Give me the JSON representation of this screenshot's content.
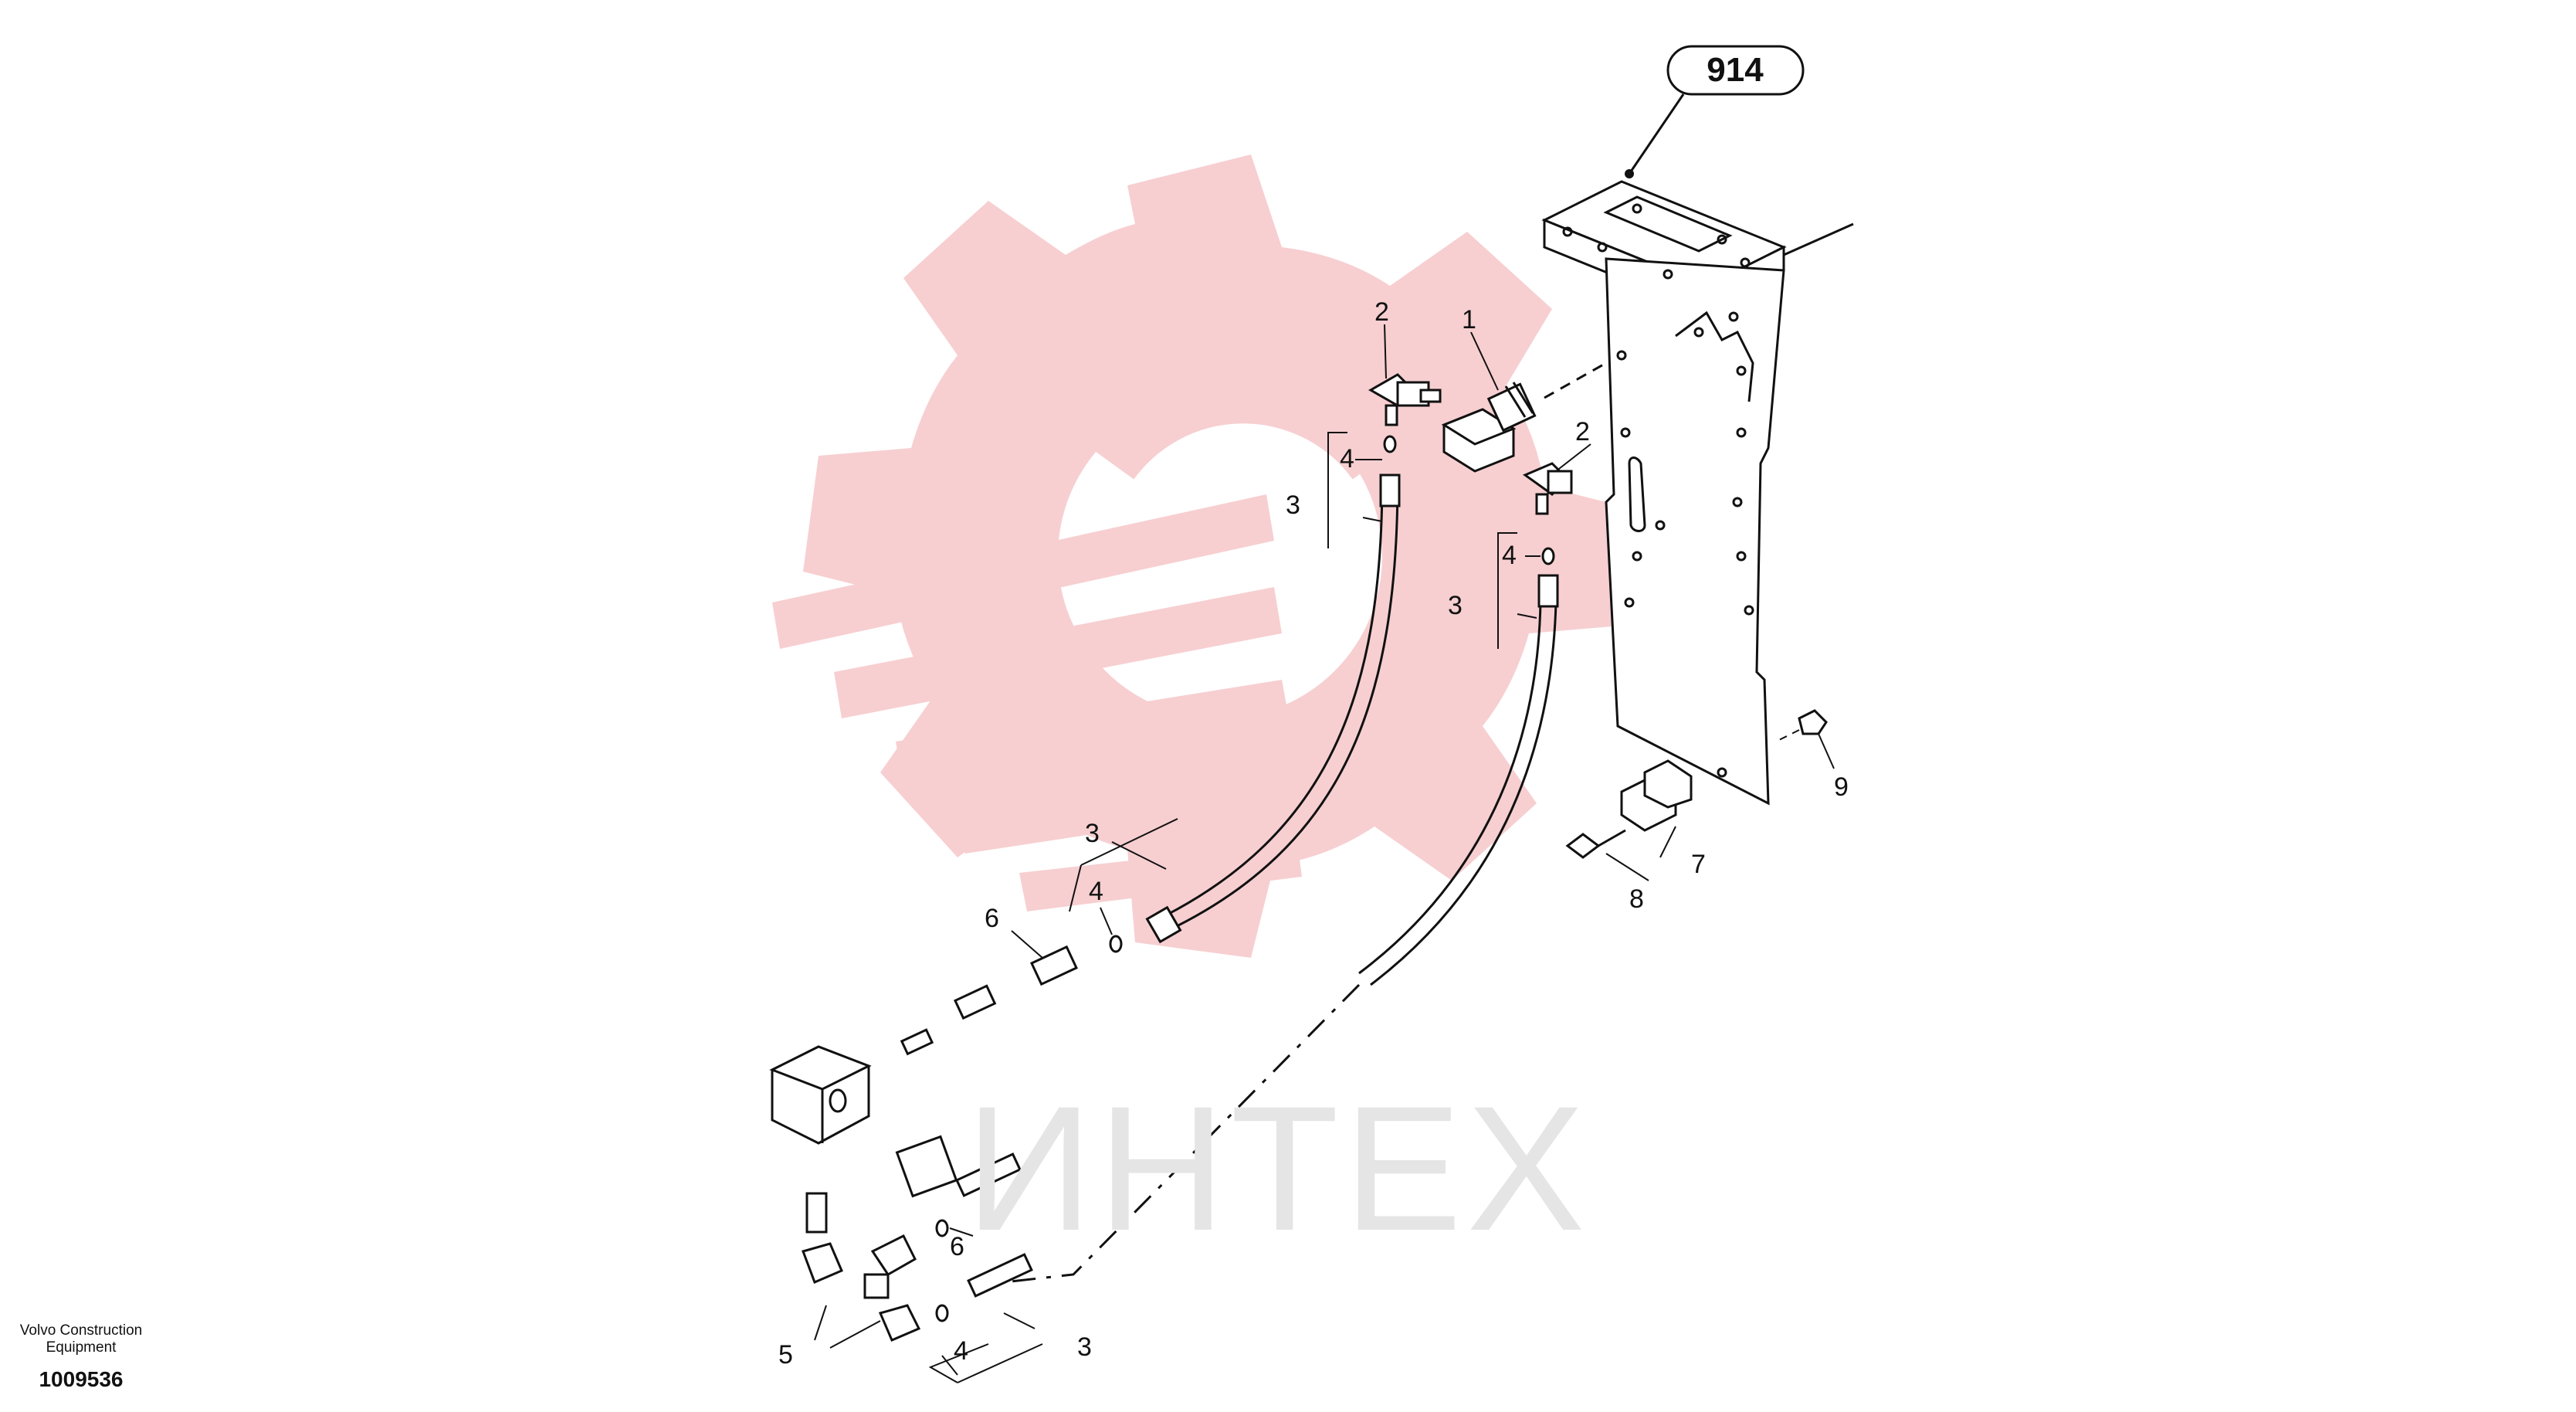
{
  "reference_box": "914",
  "callouts": {
    "c1": "1",
    "c2a": "2",
    "c2b": "2",
    "c3a": "3",
    "c3b": "3",
    "c3c": "3",
    "c3d": "3",
    "c4a": "4",
    "c4b": "4",
    "c4c": "4",
    "c4d": "4",
    "c5": "5",
    "c6a": "6",
    "c6b": "6",
    "c7": "7",
    "c8": "8",
    "c9": "9"
  },
  "footer": {
    "company": "Volvo Construction Equipment",
    "drawing_number": "1009536"
  },
  "watermark": {
    "text": "ИНТЕХ",
    "color": "#f6c9cc"
  }
}
